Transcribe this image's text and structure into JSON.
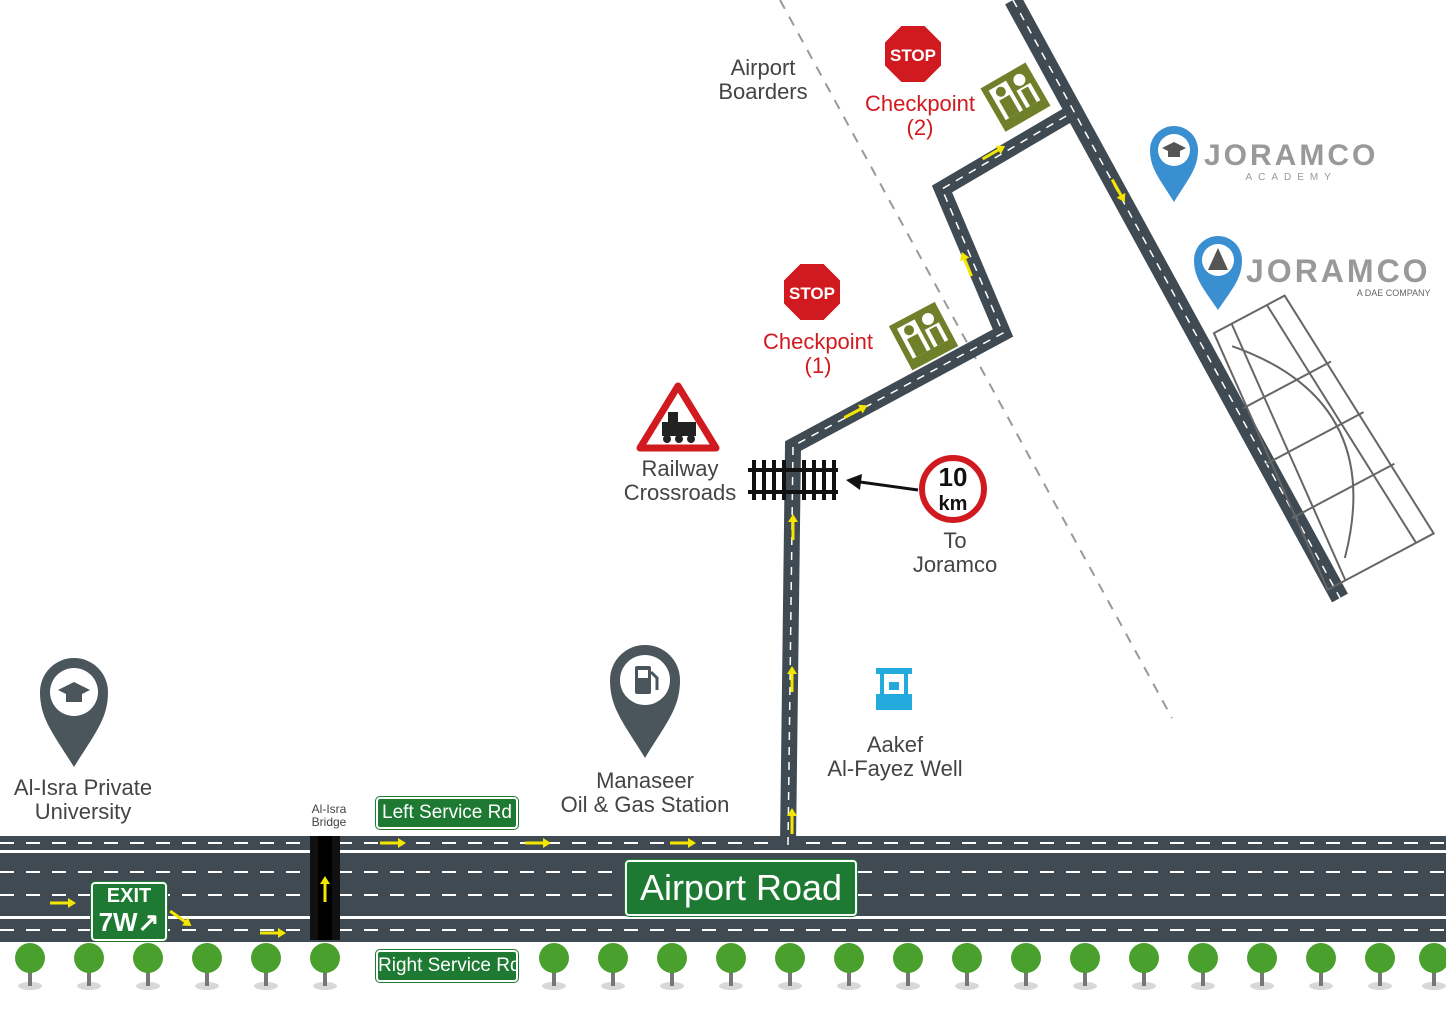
{
  "roads": {
    "main": "Airport Road",
    "left_service": "Left Service Rd",
    "right_service": "Right Service Rd",
    "exit_line1": "EXIT",
    "exit_line2": "7W"
  },
  "places": {
    "university": [
      "Al-Isra Private",
      "University"
    ],
    "bridge": [
      "Al-Isra",
      "Bridge"
    ],
    "gas_station": [
      "Manaseer",
      "Oil & Gas Station"
    ],
    "well": [
      "Aakef",
      "Al-Fayez Well"
    ],
    "railway": [
      "Railway",
      "Crossroads"
    ],
    "airport_border": [
      "Airport",
      "Boarders"
    ],
    "to_joramco": [
      "To",
      "Joramco"
    ]
  },
  "checkpoints": {
    "cp1": [
      "Checkpoint",
      "(1)"
    ],
    "cp2": [
      "Checkpoint",
      "(2)"
    ],
    "stop_text": "STOP"
  },
  "speed_sign": {
    "value": "10",
    "unit": "km"
  },
  "logos": {
    "academy": {
      "word": "JORAMCO",
      "sub": "ACADEMY"
    },
    "company": {
      "word": "JORAMCO",
      "sub": "A DAE COMPANY"
    }
  },
  "colors": {
    "road": "#3f4a52",
    "sign_green": "#1e7a33",
    "stop_red": "#d01a1f",
    "arrow_yellow": "#f3e600",
    "tree_green": "#4aa02c",
    "pin_gray": "#4a555c",
    "pin_blue": "#3a8fd0"
  }
}
